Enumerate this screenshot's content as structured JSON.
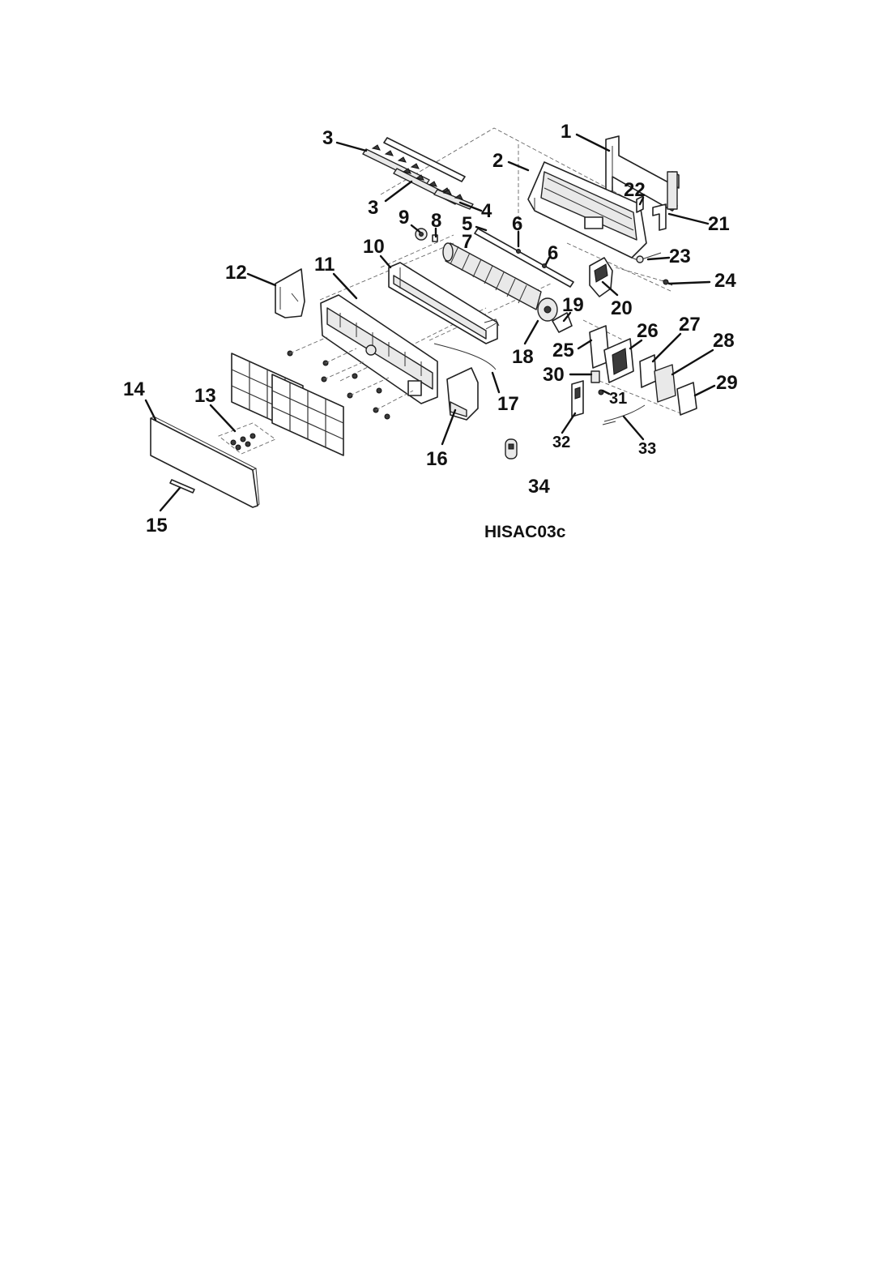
{
  "model_code": "HISAC03c",
  "callouts": {
    "c1": "1",
    "c2": "2",
    "c3a": "3",
    "c3b": "3",
    "c4": "4",
    "c5": "5",
    "c6a": "6",
    "c6b": "6",
    "c7": "7",
    "c8": "8",
    "c9": "9",
    "c10": "10",
    "c11": "11",
    "c12": "12",
    "c13": "13",
    "c14": "14",
    "c15": "15",
    "c16": "16",
    "c17": "17",
    "c18": "18",
    "c19": "19",
    "c20": "20",
    "c21": "21",
    "c22": "22",
    "c23": "23",
    "c24": "24",
    "c25": "25",
    "c26": "26",
    "c27": "27",
    "c28": "28",
    "c29": "29",
    "c30": "30",
    "c31": "31",
    "c32": "32",
    "c33": "33",
    "c34": "34"
  }
}
